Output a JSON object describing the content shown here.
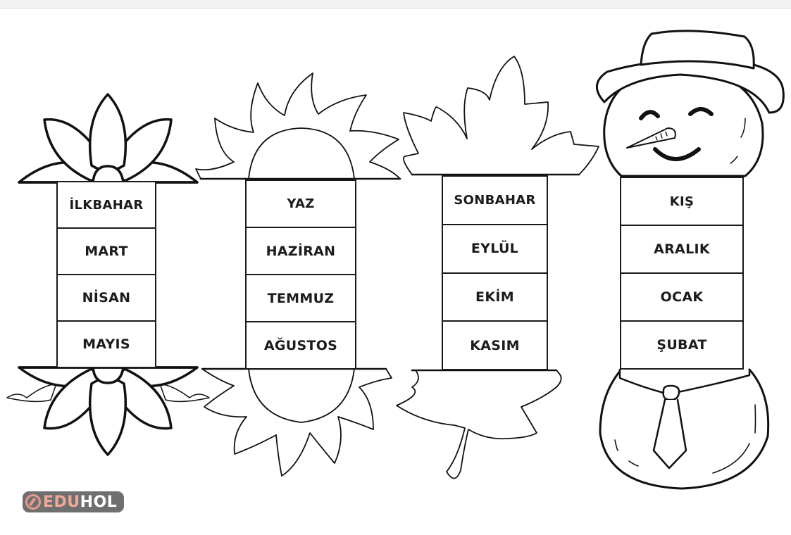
{
  "seasons": [
    {
      "name": "İLKBAHAR",
      "icon": "flower-icon",
      "months": [
        "MART",
        "NİSAN",
        "MAYIS"
      ]
    },
    {
      "name": "YAZ",
      "icon": "sun-icon",
      "months": [
        "HAZİRAN",
        "TEMMUZ",
        "AĞUSTOS"
      ]
    },
    {
      "name": "SONBAHAR",
      "icon": "leaf-icon",
      "months": [
        "EYLÜL",
        "EKİM",
        "KASIM"
      ]
    },
    {
      "name": "KIŞ",
      "icon": "snowman-icon",
      "months": [
        "ARALIK",
        "OCAK",
        "ŞUBAT"
      ]
    }
  ],
  "logo": {
    "part1": "EDU",
    "part2": "HOL"
  },
  "colors": {
    "line": "#1a1a1a",
    "logo_bg": "#6f6f6f",
    "logo_accent": "#f0a898"
  }
}
